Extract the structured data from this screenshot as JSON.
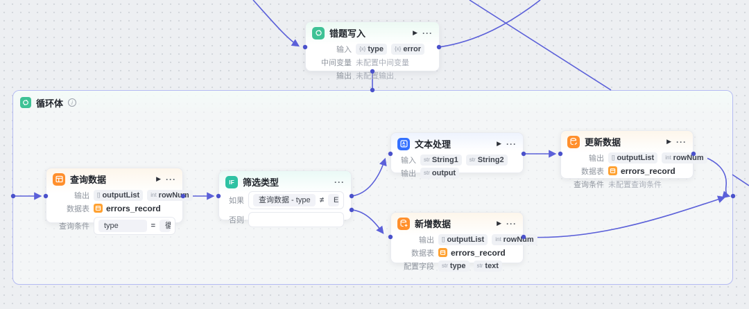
{
  "colors": {
    "edge": "#5b60d9",
    "port": "#4a51cb",
    "loop_border": "#b4baf3",
    "green": "#3ec295",
    "orange": "#ff8f2c",
    "blue": "#3370ff",
    "teal": "#2ec2a3"
  },
  "icons": {
    "play": "▶",
    "more": "···",
    "info": "i"
  },
  "loop": {
    "title": "循环体"
  },
  "nodes": {
    "error_write": {
      "title": "错题写入",
      "input_label": "输入",
      "in_tags": [
        {
          "t": "{x}",
          "name": "type"
        },
        {
          "t": "{x}",
          "name": "error"
        }
      ],
      "mid_label": "中间变量",
      "mid_value": "未配置中间变量",
      "output_label": "输出",
      "output_value": "未配置输出"
    },
    "query": {
      "title": "查询数据",
      "output_label": "输出",
      "out_tags": [
        {
          "t": "[]",
          "name": "outputList"
        },
        {
          "t": "int",
          "name": "rowNum"
        }
      ],
      "table_label": "数据表",
      "table_name": "errors_record",
      "cond_label": "查询条件",
      "cond_left": "type",
      "cond_op": "=",
      "cond_right": "循环 - type"
    },
    "filter": {
      "title": "筛选类型",
      "if_label": "如果",
      "if_left": "查询数据 - type",
      "if_op": "≠",
      "if_right": "Empty",
      "else_label": "否则"
    },
    "text_proc": {
      "title": "文本处理",
      "input_label": "输入",
      "in_tags": [
        {
          "t": "str",
          "name": "String1"
        },
        {
          "t": "str",
          "name": "String2"
        }
      ],
      "output_label": "输出",
      "out_tags": [
        {
          "t": "str",
          "name": "output"
        }
      ]
    },
    "update": {
      "title": "更新数据",
      "output_label": "输出",
      "out_tags": [
        {
          "t": "[]",
          "name": "outputList"
        },
        {
          "t": "int",
          "name": "rowNum"
        }
      ],
      "table_label": "数据表",
      "table_name": "errors_record",
      "cond_label": "查询条件",
      "cond_value": "未配置查询条件"
    },
    "insert": {
      "title": "新增数据",
      "output_label": "输出",
      "out_tags": [
        {
          "t": "[]",
          "name": "outputList"
        },
        {
          "t": "int",
          "name": "rowNum"
        }
      ],
      "table_label": "数据表",
      "table_name": "errors_record",
      "fields_label": "配置字段",
      "field_tags": [
        {
          "t": "str",
          "name": "type"
        },
        {
          "t": "str",
          "name": "text"
        }
      ]
    }
  }
}
